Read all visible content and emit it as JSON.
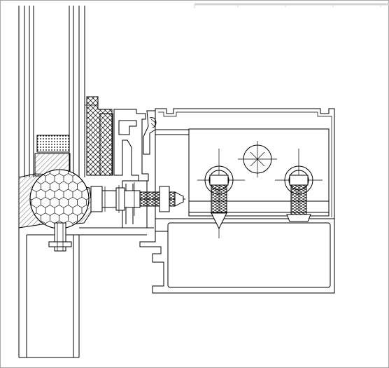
{
  "drawing": {
    "background": "#ffffff",
    "line_color": "#000000",
    "viewport_border": "#a8a8a8",
    "ruler_color": "#d4d4d4"
  },
  "components": [
    {
      "id": "insulating-glass-unit",
      "icon": "glass-panes"
    },
    {
      "id": "desiccant-spacer",
      "icon": "dotted-bar"
    },
    {
      "id": "structural-sealant",
      "icon": "cross-hatch"
    },
    {
      "id": "backer-rod",
      "icon": "hex-mesh-circle"
    },
    {
      "id": "anchor-bolt",
      "icon": "bolt"
    },
    {
      "id": "self-tapping-screw-left",
      "icon": "screw"
    },
    {
      "id": "self-tapping-screw-right",
      "icon": "screw"
    },
    {
      "id": "aluminum-mullion-profile",
      "icon": "profile"
    },
    {
      "id": "aluminum-transom-profile",
      "icon": "profile"
    }
  ]
}
